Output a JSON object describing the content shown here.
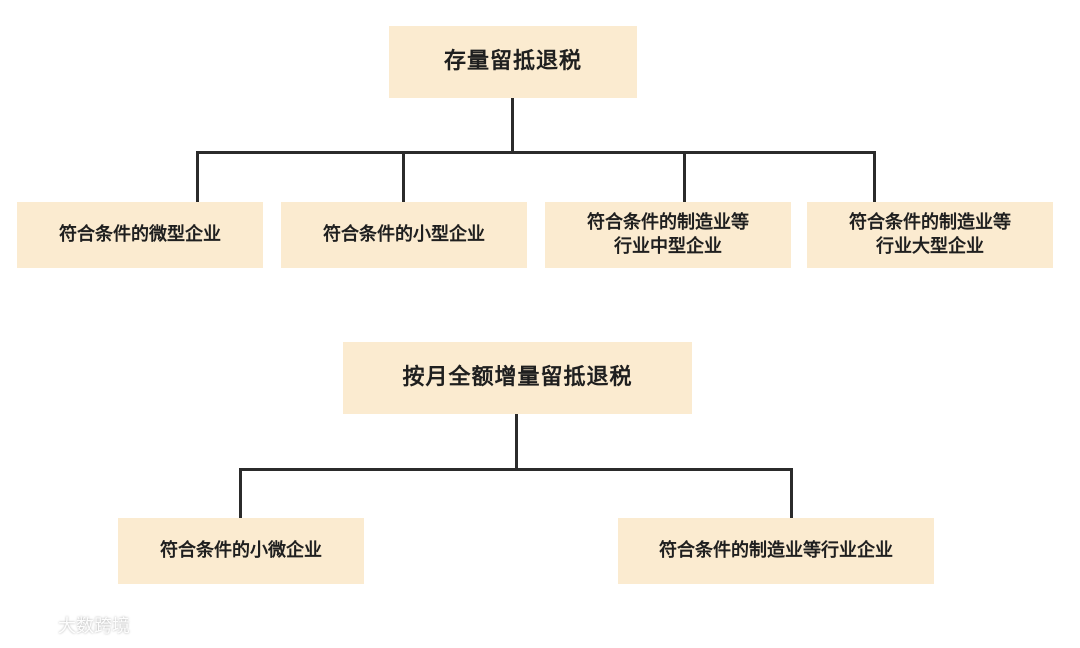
{
  "diagram_1": {
    "root": "存量留抵退税",
    "children": [
      "符合条件的微型企业",
      "符合条件的小型企业",
      "符合条件的制造业等\n行业中型企业",
      "符合条件的制造业等\n行业大型企业"
    ]
  },
  "diagram_2": {
    "root": "按月全额增量留抵退税",
    "children": [
      "符合条件的小微企业",
      "符合条件的制造业等行业企业"
    ]
  },
  "watermark": {
    "text": "大数跨境",
    "logo_icon": "dashuju-logo-icon"
  },
  "colors": {
    "box_fill": "#fbebd0",
    "line": "#2b2b2b"
  }
}
